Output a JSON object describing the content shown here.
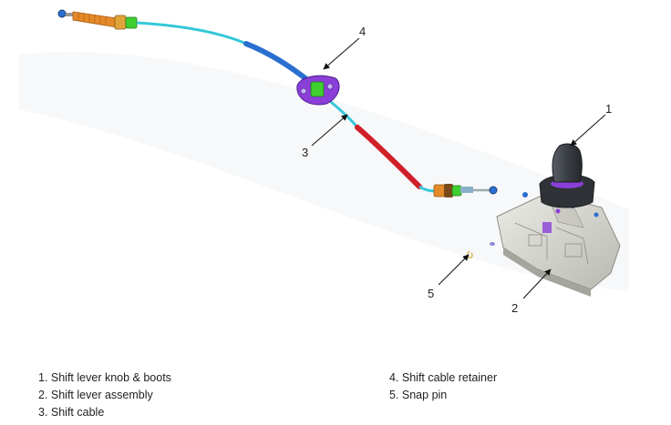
{
  "callouts": {
    "c1": "1",
    "c2": "2",
    "c3": "3",
    "c4": "4",
    "c5": "5"
  },
  "legend": {
    "left": [
      "1. Shift lever knob & boots",
      "2. Shift lever assembly",
      "3. Shift cable"
    ],
    "right": [
      "4. Shift cable retainer",
      "5. Snap pin"
    ]
  },
  "colors": {
    "cable": "#35c8d8",
    "cable_blue": "#2a6fd0",
    "cable_red": "#d11f2a",
    "retainer": "#8a3fd8",
    "green": "#3fcf2f",
    "orange": "#e58a2a",
    "housing": "#d8d8d0",
    "knob": "#3a3e44"
  }
}
